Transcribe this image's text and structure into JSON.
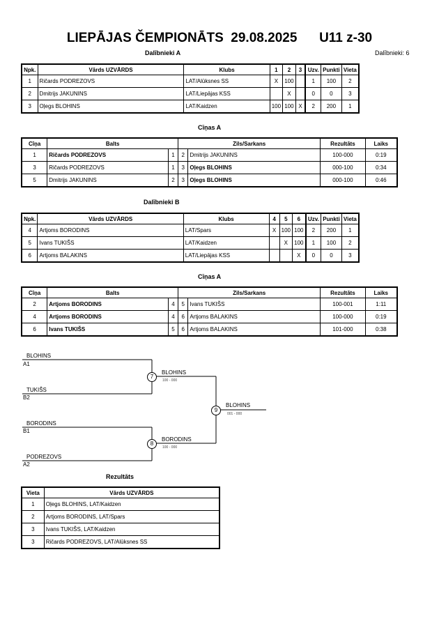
{
  "header": {
    "title": "LIEPĀJAS ČEMPIONĀTS  29.08.2025      U11 z-30",
    "group_a_label": "Dalībnieki A",
    "participants_count": "Dalībnieki: 6"
  },
  "pool_a": {
    "headers": [
      "Npk.",
      "Vārds UZVĀRDS",
      "Klubs",
      "1",
      "2",
      "3",
      "Uzv.",
      "Punkti",
      "Vieta"
    ],
    "rows": [
      [
        "1",
        "Ričards PODREZOVS",
        "LAT/Alūksnes SS",
        "X",
        "100",
        "",
        "1",
        "100",
        "2"
      ],
      [
        "2",
        "Dmitrijs JAKUNINS",
        "LAT/Liepājas KSS",
        "",
        "X",
        "",
        "0",
        "0",
        "3"
      ],
      [
        "3",
        "Oļegs BLOHINS",
        "LAT/Kaidzen",
        "100",
        "100",
        "X",
        "2",
        "200",
        "1"
      ]
    ]
  },
  "bouts_a": {
    "title": "Cīņas A",
    "headers": [
      "Cīņa",
      "Balts",
      "Zils/Sarkans",
      "Rezultāts",
      "Laiks"
    ],
    "rows": [
      {
        "n": "1",
        "white": "Ričards PODREZOVS",
        "w": "1",
        "b": "2",
        "blue": "Dmitrijs JAKUNINS",
        "res": "100-000",
        "time": "0:19",
        "win": "white"
      },
      {
        "n": "3",
        "white": "Ričards PODREZOVS",
        "w": "1",
        "b": "3",
        "blue": "Oļegs BLOHINS",
        "res": "000-100",
        "time": "0:34",
        "win": "blue"
      },
      {
        "n": "5",
        "white": "Dmitrijs JAKUNINS",
        "w": "2",
        "b": "3",
        "blue": "Oļegs BLOHINS",
        "res": "000-100",
        "time": "0:46",
        "win": "blue"
      }
    ]
  },
  "pool_b": {
    "title": "Dalībnieki B",
    "headers": [
      "Npk.",
      "Vārds UZVĀRDS",
      "Klubs",
      "4",
      "5",
      "6",
      "Uzv.",
      "Punkti",
      "Vieta"
    ],
    "rows": [
      [
        "4",
        "Artjoms BORODINS",
        "LAT/Spars",
        "X",
        "100",
        "100",
        "2",
        "200",
        "1"
      ],
      [
        "5",
        "Ivans TUKIŠS",
        "LAT/Kaidzen",
        "",
        "X",
        "100",
        "1",
        "100",
        "2"
      ],
      [
        "6",
        "Artjoms BALAKINS",
        "LAT/Liepājas KSS",
        "",
        "",
        "X",
        "0",
        "0",
        "3"
      ]
    ]
  },
  "bouts_b": {
    "title": "Cīņas A",
    "headers": [
      "Cīņa",
      "Balts",
      "Zils/Sarkans",
      "Rezultāts",
      "Laiks"
    ],
    "rows": [
      {
        "n": "2",
        "white": "Artjoms BORODINS",
        "w": "4",
        "b": "5",
        "blue": "Ivans TUKIŠS",
        "res": "100-001",
        "time": "1:11",
        "win": "white"
      },
      {
        "n": "4",
        "white": "Artjoms BORODINS",
        "w": "4",
        "b": "6",
        "blue": "Artjoms BALAKINS",
        "res": "100-000",
        "time": "0:19",
        "win": "white"
      },
      {
        "n": "6",
        "white": "Ivans TUKIŠS",
        "w": "5",
        "b": "6",
        "blue": "Artjoms BALAKINS",
        "res": "101-000",
        "time": "0:38",
        "win": "white"
      }
    ]
  },
  "bracket": {
    "p1": "BLOHINS",
    "p1_seed": "A1",
    "p2": "TUKIŠS",
    "p2_seed": "B2",
    "p3": "BORODINS",
    "p3_seed": "B1",
    "p4": "PODREZOVS",
    "p4_seed": "A2",
    "m7": "7",
    "m7_winner": "BLOHINS",
    "m7_score": "100 - 000",
    "m8": "8",
    "m8_winner": "BORODINS",
    "m8_score": "100 - 000",
    "m9": "9",
    "m9_winner": "BLOHINS",
    "m9_score": "001 - 000"
  },
  "results": {
    "title": "Rezultāts",
    "headers": [
      "Vieta",
      "Vārds UZVĀRDS"
    ],
    "rows": [
      [
        "1",
        "Oļegs BLOHINS, LAT/Kaidzen"
      ],
      [
        "2",
        "Artjoms BORODINS, LAT/Spars"
      ],
      [
        "3",
        "Ivans TUKIŠS, LAT/Kaidzen"
      ],
      [
        "3",
        "Ričards PODREZOVS, LAT/Alūksnes SS"
      ]
    ]
  }
}
